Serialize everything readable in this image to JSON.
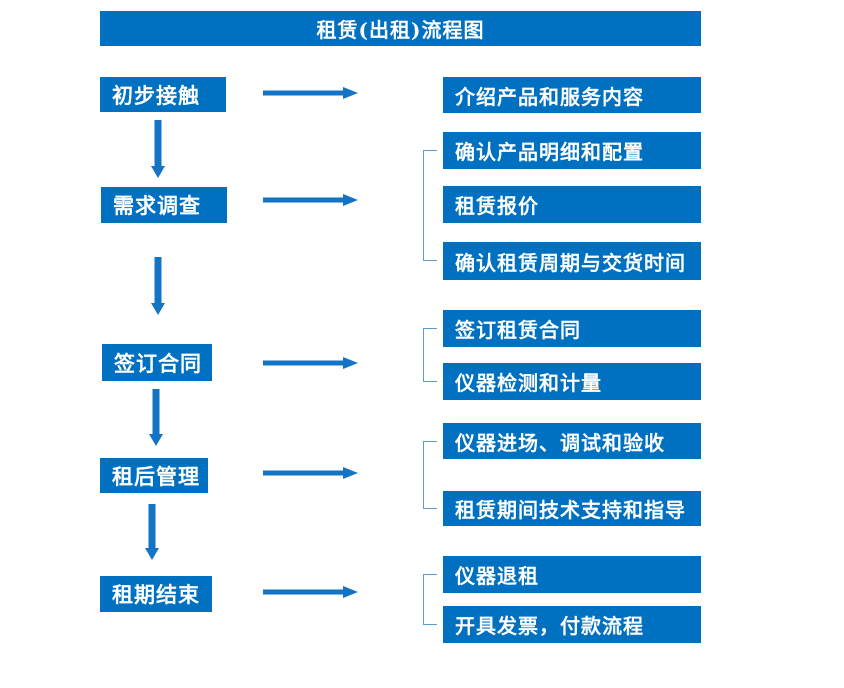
{
  "title": "租赁(出租)流程图",
  "steps": [
    {
      "label": "初步接触"
    },
    {
      "label": "需求调查"
    },
    {
      "label": "签订合同"
    },
    {
      "label": "租后管理"
    },
    {
      "label": "租期结束"
    }
  ],
  "details": [
    {
      "label": "介绍产品和服务内容"
    },
    {
      "label": "确认产品明细和配置"
    },
    {
      "label": "租赁报价"
    },
    {
      "label": "确认租赁周期与交货时间"
    },
    {
      "label": "签订租赁合同"
    },
    {
      "label": "仪器检测和计量"
    },
    {
      "label": "仪器进场、调试和验收"
    },
    {
      "label": "租赁期间技术支持和指导"
    },
    {
      "label": "仪器退租"
    },
    {
      "label": "开具发票，付款流程"
    }
  ],
  "colors": {
    "box": "#0070C0",
    "arrow": "#1373C4",
    "bracket": "#5B9BD5",
    "background": "#ffffff"
  }
}
